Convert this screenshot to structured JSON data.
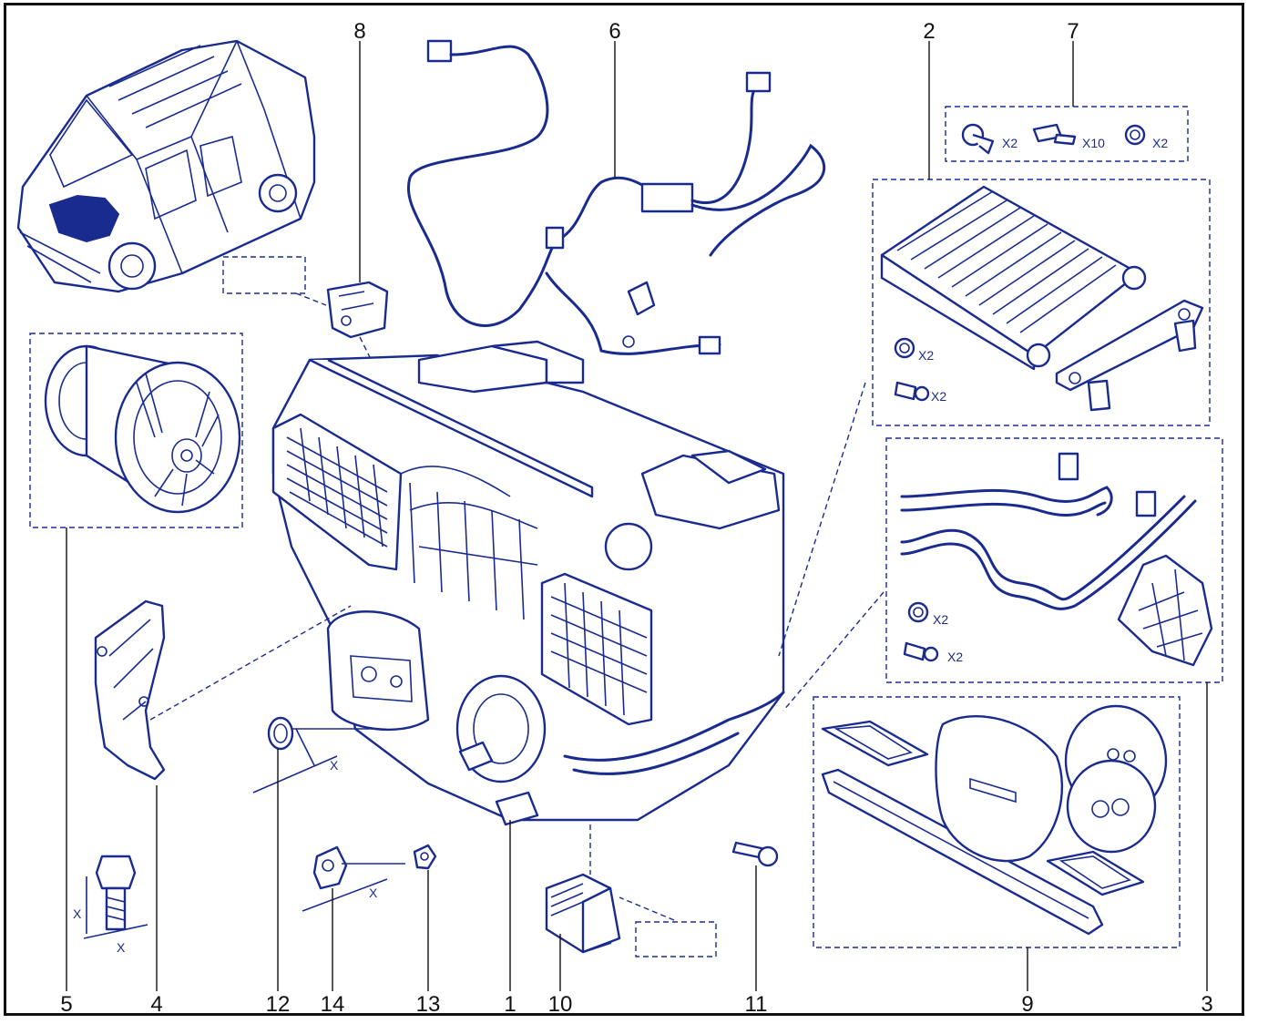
{
  "callouts": {
    "c1": "1",
    "c2": "2",
    "c3": "3",
    "c4": "4",
    "c5": "5",
    "c6": "6",
    "c7": "7",
    "c8": "8",
    "c9": "9",
    "c10": "10",
    "c11": "11",
    "c12": "12",
    "c13": "13",
    "c14": "14"
  },
  "quantities": {
    "clip_x2": "X2",
    "screw_x10": "X10",
    "ring_x2": "X2",
    "radiator_ring_x2": "X2",
    "radiator_screw_x2": "X2",
    "pipe_ring_x2": "X2",
    "pipe_screw_x2": "X2"
  },
  "dimension_labels": {
    "bolt_height": "X",
    "bolt_width": "X",
    "seal_x": "X",
    "sensor_x": "X"
  },
  "colors": {
    "line_art": "#1a2b8f",
    "highlight_fill": "#1a2b8f",
    "frame": "#111111"
  }
}
